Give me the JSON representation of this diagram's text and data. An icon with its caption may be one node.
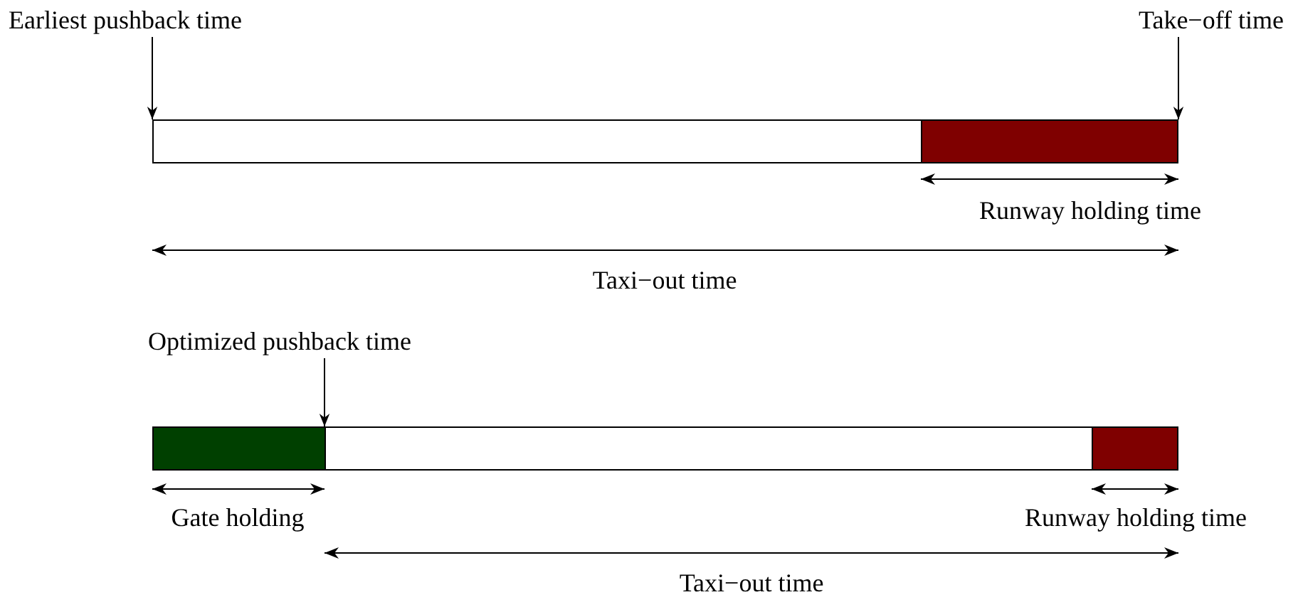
{
  "diagram": {
    "nodes": [
      {
        "text": [
          "Earliest pushback time"
        ]
      },
      {
        "text": [
          "Take−off time"
        ]
      },
      {
        "text": [],
        "shape": "bar"
      },
      {
        "text": [],
        "shape": "bar"
      },
      {
        "text": [
          "Optimized pushback time"
        ]
      },
      {
        "text": [],
        "shape": "bar"
      },
      {
        "text": [],
        "shape": "bar"
      },
      {
        "text": [],
        "shape": "bar"
      }
    ],
    "edges": [
      {
        "from": 0,
        "to": 2,
        "arrow": "to"
      },
      {
        "from": 1,
        "to": 3,
        "arrow": "to"
      },
      {
        "from": 4,
        "to": 6,
        "arrow": "to"
      }
    ],
    "labels": [
      "Runway holding time",
      "Taxi−out time",
      "Gate holding",
      "Runway holding time",
      "Taxi−out time"
    ]
  }
}
